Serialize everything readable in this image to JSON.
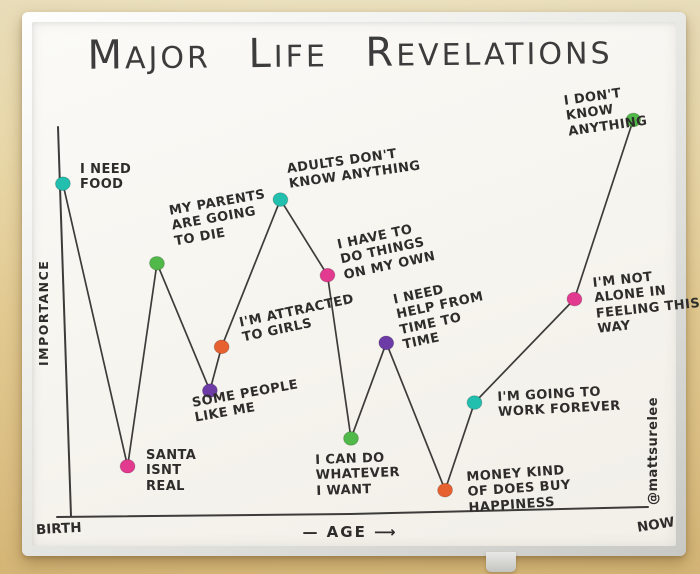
{
  "title": "MAJOR LIFE REVELATIONS",
  "watermark": "@mattsurelee",
  "axes": {
    "y_label": "IMPORTANCE",
    "x_axis_display": "—   AGE   ⟶",
    "x_start": "BIRTH",
    "x_end": "NOW"
  },
  "palette": {
    "ink": "#3d3c3a",
    "teal": "#22bfae",
    "pink": "#e23a8e",
    "green": "#50b949",
    "purple": "#6c3ba6",
    "orange": "#e66030"
  },
  "chart_data": {
    "type": "line",
    "title": "MAJOR LIFE REVELATIONS",
    "xlabel": "AGE",
    "ylabel": "IMPORTANCE",
    "x_range_labels": [
      "BIRTH",
      "NOW"
    ],
    "xlim": [
      0,
      100
    ],
    "ylim": [
      0,
      100
    ],
    "grid": false,
    "legend": "none",
    "points": [
      {
        "label": "I NEED\nFOOD",
        "age": 1,
        "importance": 84,
        "color": "#22bfae"
      },
      {
        "label": "SANTA\nISNT\nREAL",
        "age": 12,
        "importance": 13,
        "color": "#e23a8e"
      },
      {
        "label": "MY PARENTS\nARE GOING\nTO DIE",
        "age": 17,
        "importance": 64,
        "color": "#50b949"
      },
      {
        "label": "SOME PEOPLE\nLIKE ME",
        "age": 26,
        "importance": 32,
        "color": "#6c3ba6"
      },
      {
        "label": "I'M ATTRACTED\nTO GIRLS",
        "age": 28,
        "importance": 43,
        "color": "#e66030"
      },
      {
        "label": "ADULTS DON'T\nKNOW ANYTHING",
        "age": 38,
        "importance": 80,
        "color": "#22bfae"
      },
      {
        "label": "I HAVE TO\nDO THINGS\nON MY OWN",
        "age": 46,
        "importance": 61,
        "color": "#e23a8e"
      },
      {
        "label": "I CAN DO\nWHATEVER\nI WANT",
        "age": 50,
        "importance": 20,
        "color": "#50b949"
      },
      {
        "label": "I NEED\nHELP FROM\nTIME TO\nTIME",
        "age": 56,
        "importance": 44,
        "color": "#6c3ba6"
      },
      {
        "label": "MONEY KIND\nOF DOES BUY\nHAPPINESS",
        "age": 66,
        "importance": 7,
        "color": "#e66030"
      },
      {
        "label": "I'M GOING TO\nWORK FOREVER",
        "age": 71,
        "importance": 29,
        "color": "#22bfae"
      },
      {
        "label": "I'M NOT\nALONE IN\nFEELING THIS\nWAY",
        "age": 88,
        "importance": 55,
        "color": "#e23a8e"
      },
      {
        "label": "I DON'T\nKNOW\nANYTHING",
        "age": 98,
        "importance": 100,
        "color": "#50b949"
      }
    ]
  }
}
